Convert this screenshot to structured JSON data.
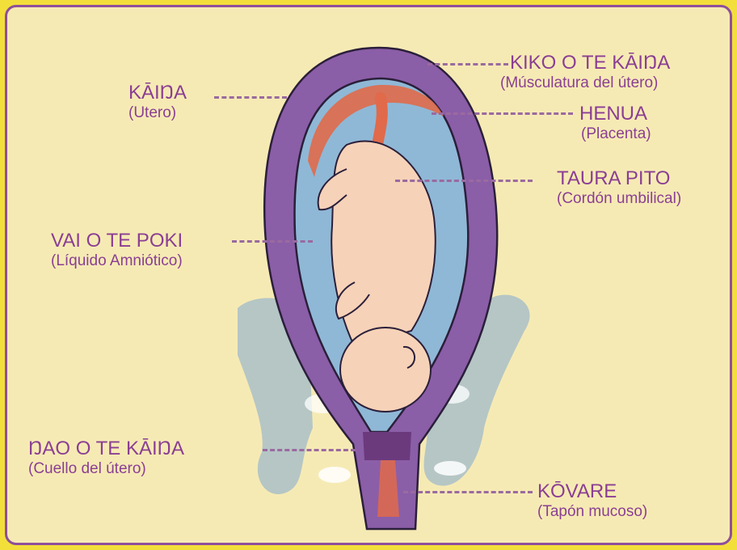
{
  "labels": {
    "kiko": {
      "main": "KIKO O TE KĀIŊA",
      "sub": "(Músculatura del útero)"
    },
    "kaina": {
      "main": "KĀIŊA",
      "sub": "(Utero)"
    },
    "henua": {
      "main": "HENUA",
      "sub": "(Placenta)"
    },
    "taura": {
      "main": "TAURA PITO",
      "sub": "(Cordón umbilical)"
    },
    "vai": {
      "main": "VAI O TE POKI",
      "sub": "(Líquido Amniótico)"
    },
    "nao": {
      "main": "ŊAO O TE KĀIŊA",
      "sub": "(Cuello del útero)"
    },
    "kovare": {
      "main": "KŌVARE",
      "sub": "(Tapón mucoso)"
    }
  },
  "colors": {
    "label_text": "#8a3f93",
    "border": "#8e4f9a",
    "paper": "#f6eab4",
    "uterus": "#8b5ea8",
    "amniotic": "#8fb8d6",
    "placenta": "#e06a4a",
    "fetus": "#f6d2b8",
    "pelvis": "#a9c0c8"
  }
}
